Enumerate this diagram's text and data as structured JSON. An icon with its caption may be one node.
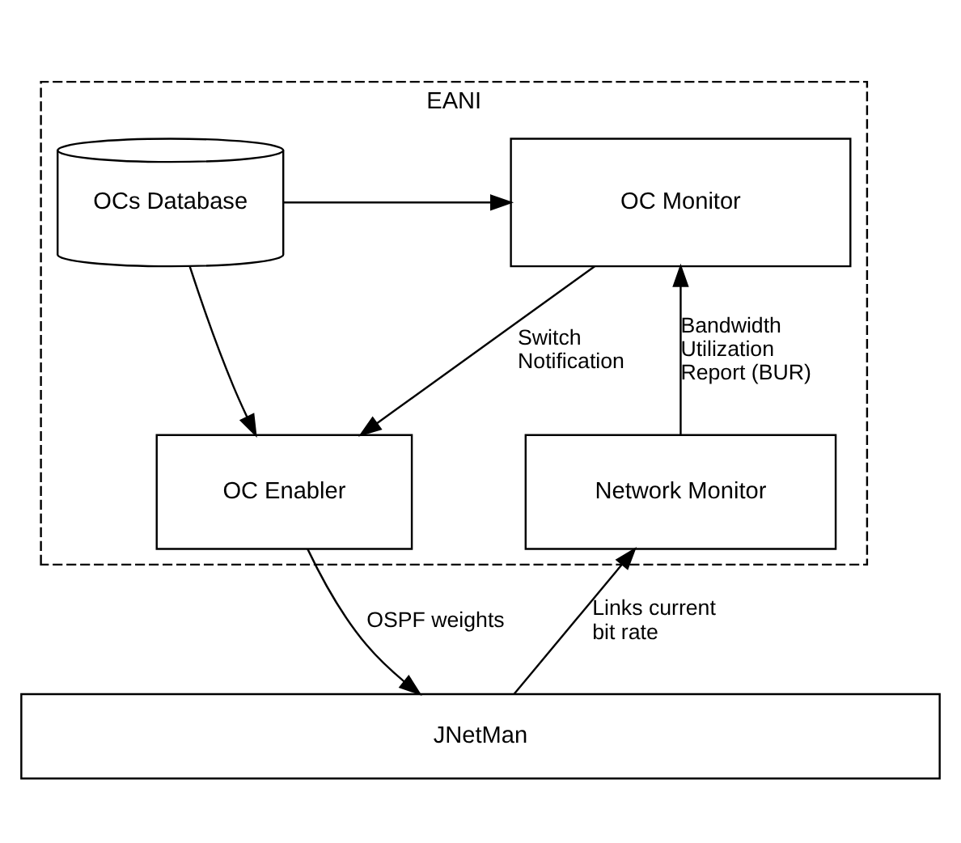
{
  "diagram": {
    "nodes": [
      {
        "text": [
          "EANI"
        ]
      },
      {
        "text": [
          "OCs Database"
        ],
        "in": 0
      },
      {
        "text": [
          "OC Monitor"
        ],
        "in": 0
      },
      {
        "text": [
          "OC Enabler"
        ],
        "in": 0
      },
      {
        "text": [
          "Network Monitor"
        ],
        "in": 0
      },
      {
        "text": [
          "JNetMan"
        ]
      }
    ],
    "edges": [
      {
        "from": 1,
        "to": 2,
        "arrow": "to"
      },
      {
        "from": 1,
        "to": 3,
        "arrow": "to"
      },
      {
        "from": 2,
        "to": 3,
        "arrow": "to",
        "label": "Switch Notification"
      },
      {
        "from": 4,
        "to": 2,
        "arrow": "to",
        "label": "Bandwidth Utilization Report (BUR)"
      },
      {
        "from": 3,
        "to": 5,
        "arrow": "to",
        "label": "OSPF weights"
      },
      {
        "from": 5,
        "to": 4,
        "arrow": "to",
        "label": "Links current bit rate"
      }
    ]
  }
}
